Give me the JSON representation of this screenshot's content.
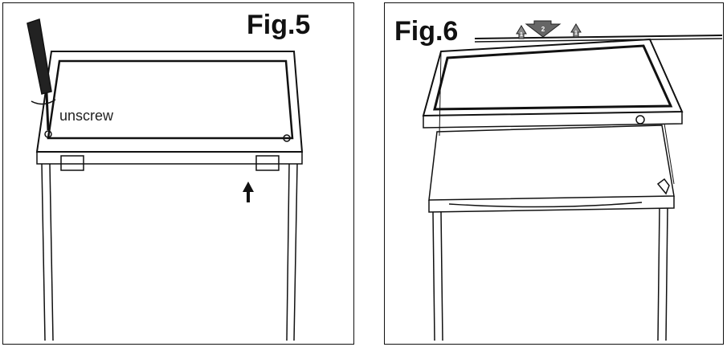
{
  "figures": [
    {
      "title": "Fig.5",
      "label": "unscrew"
    },
    {
      "title": "Fig.6",
      "arrows": [
        {
          "text": "1"
        },
        {
          "text": "2"
        },
        {
          "text": "1"
        }
      ]
    }
  ]
}
